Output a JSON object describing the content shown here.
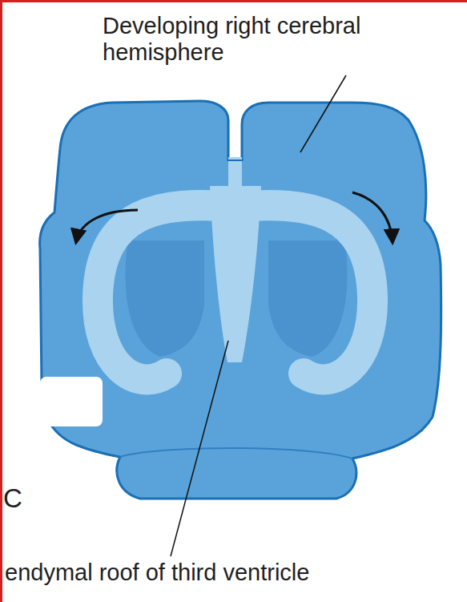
{
  "diagram": {
    "labels": [
      "Developing right cerebral hemisphere",
      "C",
      "endymal roof of third ventricle"
    ]
  }
}
